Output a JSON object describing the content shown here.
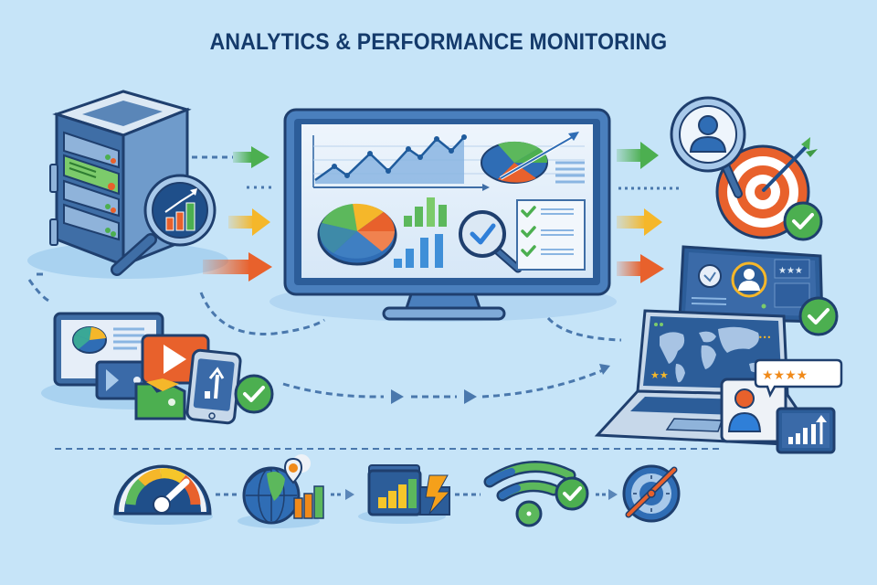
{
  "title": "ANALYTICS & PERFORMANCE MONITORING",
  "colors": {
    "background": "#c6e4f8",
    "title": "#143a6b",
    "navy": "#1f3f6e",
    "blue": "#2f6db5",
    "light_blue": "#5aa0dc",
    "green": "#4caf50",
    "orange": "#e8612c",
    "yellow": "#f5b72a"
  },
  "nodes": {
    "server": {
      "icon": "server-with-magnifier-icon",
      "description": "Server rack with magnifier showing rising bar chart"
    },
    "dashboard": {
      "icon": "monitor-dashboard-icon",
      "widgets": [
        "line-area-chart",
        "trend-pie-chart",
        "pie-chart",
        "green-bar-chart",
        "blue-bar-chart",
        "magnifier-check",
        "checklist"
      ],
      "checklist_items": 3
    },
    "targeting": {
      "icon": "user-search-target-icon",
      "status": "check"
    },
    "media": {
      "icon": "media-devices-icon",
      "items": [
        "report-pie-chart",
        "video-player",
        "play-button",
        "folder",
        "phone-growth"
      ],
      "status": "check"
    },
    "devices": {
      "icon": "devices-cluster-icon",
      "items": [
        "profile-dashboard",
        "laptop-world-map",
        "review-user-card",
        "growth-chart-card"
      ],
      "rating_stars": 4,
      "panel_stars": 3,
      "map_stars": 2,
      "status": "check"
    }
  },
  "arrows": [
    {
      "from": "server",
      "to": "dashboard",
      "color": "#4caf50"
    },
    {
      "from": "server",
      "to": "dashboard",
      "color": "#f5b72a"
    },
    {
      "from": "server",
      "to": "dashboard",
      "color": "#e8612c"
    },
    {
      "from": "dashboard",
      "to": "targeting",
      "color": "#4caf50"
    },
    {
      "from": "dashboard",
      "to": "targeting",
      "color": "#f5b72a"
    },
    {
      "from": "dashboard",
      "to": "devices",
      "color": "#e8612c"
    },
    {
      "from": "media",
      "to": "devices",
      "style": "dashed"
    }
  ],
  "bottom_row": [
    {
      "name": "speed-gauge",
      "icon": "speedometer-icon"
    },
    {
      "name": "geo-analytics",
      "icon": "globe-pin-chart-icon"
    },
    {
      "name": "fast-reports",
      "icon": "folder-lightning-icon"
    },
    {
      "name": "connectivity",
      "icon": "wifi-check-icon"
    },
    {
      "name": "precision-tuning",
      "icon": "dial-adjust-icon"
    }
  ]
}
